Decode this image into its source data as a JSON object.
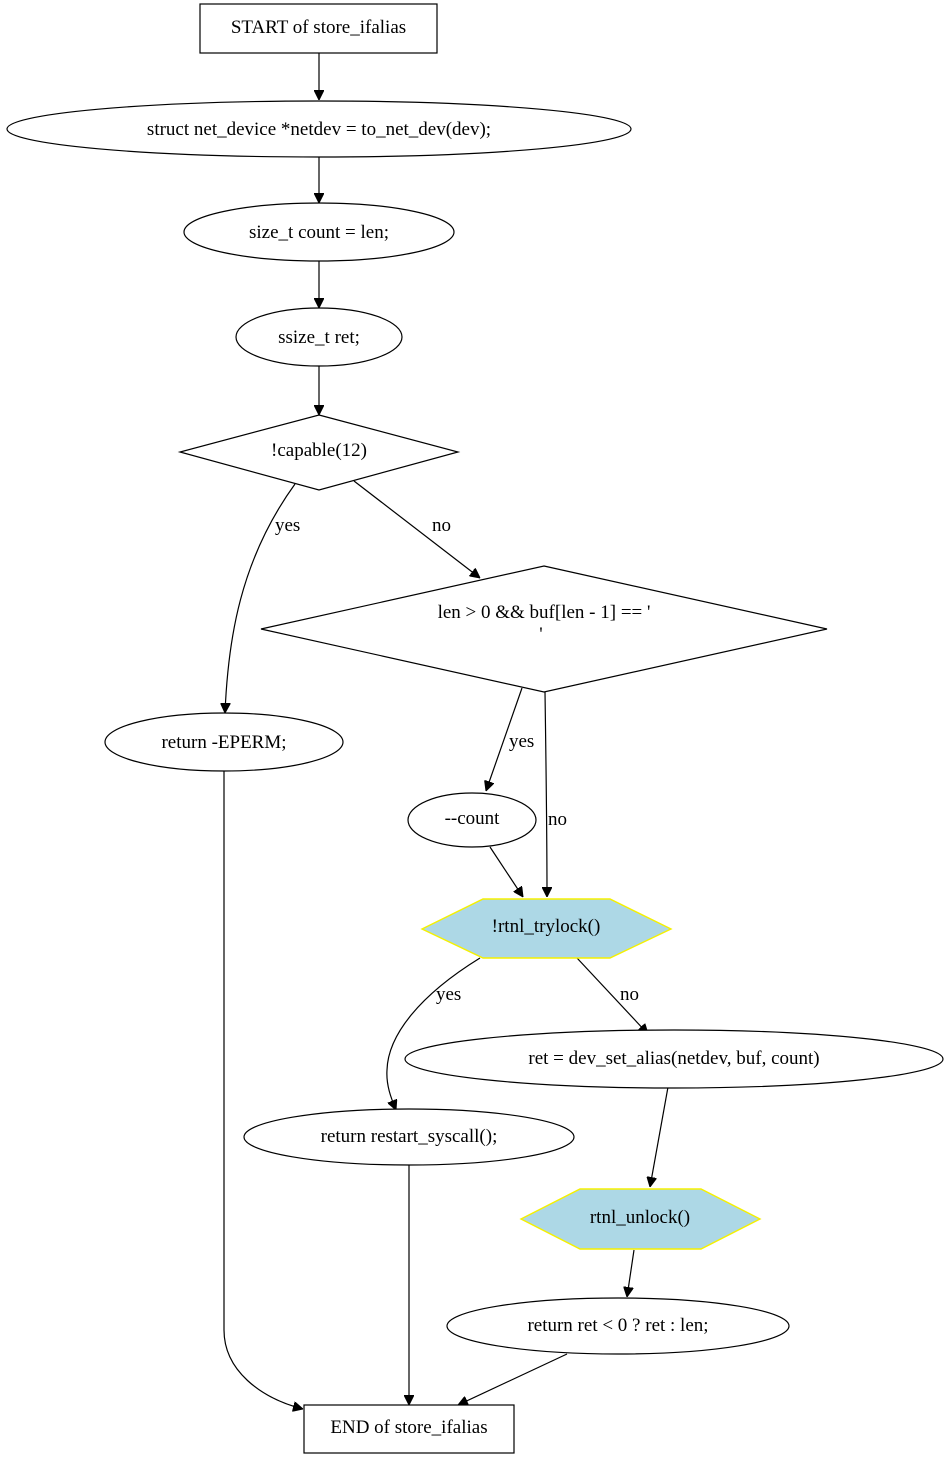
{
  "nodes": {
    "start": "START of store_ifalias",
    "netdev": "struct net_device *netdev = to_net_dev(dev);",
    "count_decl": "size_t count = len;",
    "ret_decl": "ssize_t ret;",
    "capable": "!capable(12)",
    "len_check_line1": "len > 0 && buf[len - 1] == '",
    "len_check_line2": "'",
    "eperm": "return -EPERM;",
    "dec_count": "--count",
    "trylock": "!rtnl_trylock()",
    "set_alias": "ret = dev_set_alias(netdev, buf, count)",
    "restart": "return restart_syscall();",
    "unlock": "rtnl_unlock()",
    "return_ret": "return ret < 0 ? ret : len;",
    "end": "END of store_ifalias"
  },
  "edge_labels": {
    "capable_yes": "yes",
    "capable_no": "no",
    "len_yes": "yes",
    "len_no": "no",
    "trylock_yes": "yes",
    "trylock_no": "no"
  },
  "colors": {
    "decision_fill": "#add8e6",
    "decision_stroke": "#f5f000"
  }
}
